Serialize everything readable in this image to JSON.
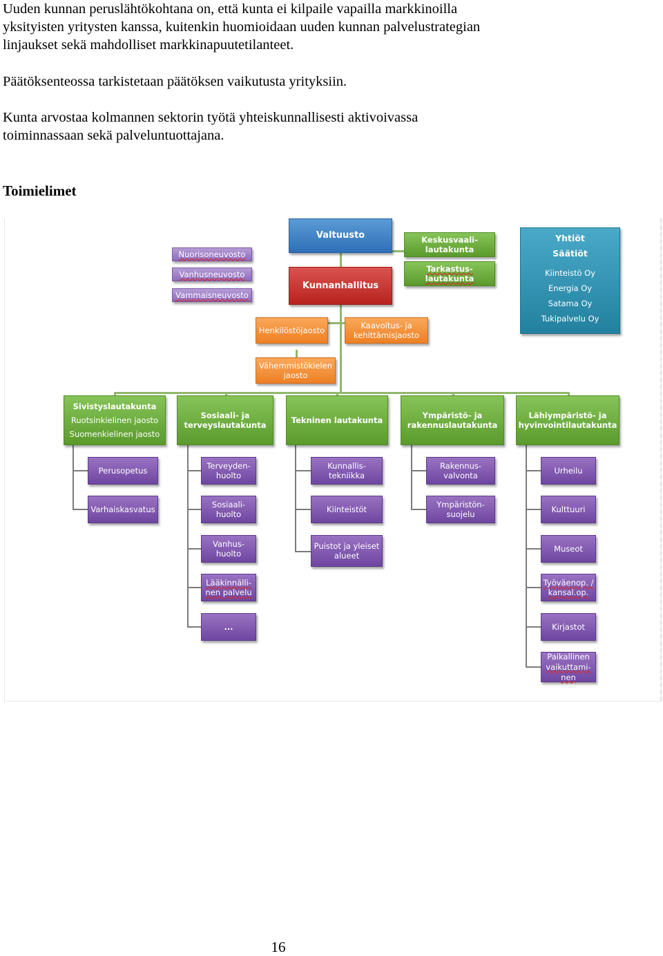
{
  "paragraphs": [
    [
      "Uuden kunnan peruslähtökohtana on, että kunta ei kilpaile vapailla markkinoilla",
      "yksityisten yritysten kanssa, kuitenkin huomioidaan uuden kunnan palvelustrategian",
      "linjaukset sekä mahdolliset markkinapuutetilanteet."
    ],
    [
      "Päätöksenteossa tarkistetaan päätöksen vaikutusta yrityksiin."
    ],
    [
      "Kunta arvostaa kolmannen sektorin työtä yhteiskunnallisesti aktivoivassa",
      "toiminnassaan sekä palveluntuottajana."
    ]
  ],
  "heading": "Toimielimet",
  "page_number": "16",
  "colors": {
    "council": "#2e75b6",
    "board": "#c0302b",
    "committee": "#70ad47",
    "section": "#f08a2c",
    "companies": "#2b8cae",
    "unit": "#7b52ab",
    "advisory": "#9f82c9"
  },
  "org": {
    "advisory": [
      "Nuorisoneuvosto",
      "Vanhusneuvosto",
      "Vammaisneuvosto"
    ],
    "council": "Valtuusto",
    "board": "Kunnanhallitus",
    "central_election": [
      "Keskusvaali-",
      "lautakunta"
    ],
    "audit": [
      "Tarkastus-",
      "lautakunta"
    ],
    "companies": {
      "title1": "Yhtiöt",
      "title2": "Säätiöt",
      "items": [
        "Kiinteistö Oy",
        "Energia Oy",
        "Satama Oy",
        "Tukipalvelu Oy"
      ]
    },
    "sections": {
      "personnel": "Henkilöstöjaosto",
      "planning": [
        "Kaavoitus- ja",
        "kehittämisjaosto"
      ],
      "minority": [
        "Vähemmistökielen",
        "jaosto"
      ]
    },
    "committees": {
      "education": {
        "title": "Sivistyslautakunta",
        "subs": [
          "Ruotsinkielinen jaosto",
          "Suomenkielinen jaosto"
        ]
      },
      "social": [
        "Sosiaali- ja",
        "terveyslautakunta"
      ],
      "technical": "Tekninen lautakunta",
      "environment": [
        "Ympäristö- ja",
        "rakennuslautakunta"
      ],
      "wellbeing": [
        "Lähiympäristö- ja",
        "hyvinvointilautakunta"
      ]
    },
    "units": {
      "education": [
        "Perusopetus",
        "Varhaiskasvatus"
      ],
      "social": [
        [
          "Terveyden-",
          "huolto"
        ],
        [
          "Sosiaali-",
          "huolto"
        ],
        [
          "Vanhus-",
          "huolto"
        ],
        [
          "Lääkinnälli-",
          "nen palvelu"
        ],
        [
          "..."
        ]
      ],
      "technical": [
        [
          "Kunnallis-",
          "tekniikka"
        ],
        [
          "Kiinteistöt"
        ],
        [
          "Puistot ja yleiset",
          "alueet"
        ]
      ],
      "environment": [
        [
          "Rakennus-",
          "valvonta"
        ],
        [
          "Ympäristön-",
          "suojelu"
        ]
      ],
      "wellbeing": [
        [
          "Urheilu"
        ],
        [
          "Kulttuuri"
        ],
        [
          "Museot"
        ],
        [
          "Työväenop. /",
          "kansal.op."
        ],
        [
          "Kirjastot"
        ],
        [
          "Paikallinen",
          "vaikuttami-",
          "nen"
        ]
      ]
    }
  }
}
